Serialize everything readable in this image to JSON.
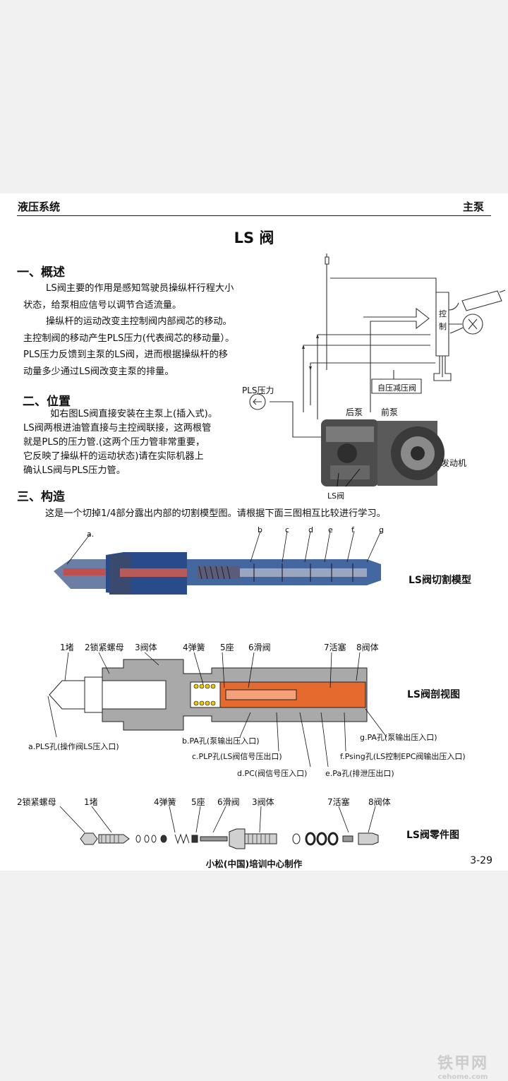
{
  "header": {
    "left": "液压系统",
    "right": "主泵"
  },
  "title": "LS  阀",
  "sections": {
    "s1": {
      "heading": "一、概述",
      "lines": [
        "LS阀主要的作用是感知驾驶员操纵杆行程大小",
        "状态，给泵相应信号以调节合适流量。",
        "操纵杆的运动改变主控制阀内部阀芯的移动。",
        "主控制阀的移动产生PLS压力(代表阀芯的移动量）。",
        "PLS压力反馈到主泵的LS阀，进而根据操纵杆的移",
        "动量多少通过LS阀改变主泵的排量。"
      ]
    },
    "s2": {
      "heading": "二、位置",
      "lines": [
        "如右图LS阀直接安装在主泵上(插入式)。",
        "LS阀两根进油管直接与主控阀联接，这两根管",
        "就是PLS的压力管.(这两个压力管非常重要，",
        "它反映了操纵杆的运动状态)请在实际机器上",
        "确认LS阀与PLS压力管。"
      ]
    },
    "s3": {
      "heading": "三、构造",
      "intro": "这是一个切掉1/4部分露出内部的切割模型图。请根据下面三图相互比较进行学习。"
    }
  },
  "diagram": {
    "pls": "PLS压力",
    "ctrl1": "控",
    "ctrl2": "制",
    "reducer": "自压减压阀",
    "rear": "后泵",
    "front": "前泵",
    "engine": "发动机",
    "lsvalve": "LS阀"
  },
  "cutaway": {
    "letters": [
      "a.",
      "b",
      "c",
      "d",
      "e",
      "f",
      "g"
    ],
    "label": "LS阀切割模型"
  },
  "section": {
    "top": [
      "1堵",
      "2锁紧螺母",
      "3阀体",
      "4弹簧",
      "5座",
      "6滑阀",
      "7活塞",
      "8阀体"
    ],
    "bottom": [
      "a.PLS孔(操作阀LS压入口)",
      "b.PA孔(泵输出压入口)",
      "c.PLP孔(LS阀信号压出口)",
      "d.PC(阀信号压入口)",
      "e.Pa孔(排泄压出口)",
      "f.Psing孔(LS控制EPC阀输出压入口)",
      "g.PA孔(泵输出压入口)"
    ],
    "label": "LS阀剖视图"
  },
  "parts": {
    "labels": [
      "2锁紧螺母",
      "1堵",
      "4弹簧",
      "5座",
      "6滑阀",
      "3阀体",
      "7活塞",
      "8阀体"
    ],
    "label": "LS阀零件图"
  },
  "footer": {
    "center": "小松(中国)培训中心制作",
    "page": "3-29"
  },
  "watermark": {
    "line1": "铁甲网",
    "line2": "cehome.com"
  }
}
